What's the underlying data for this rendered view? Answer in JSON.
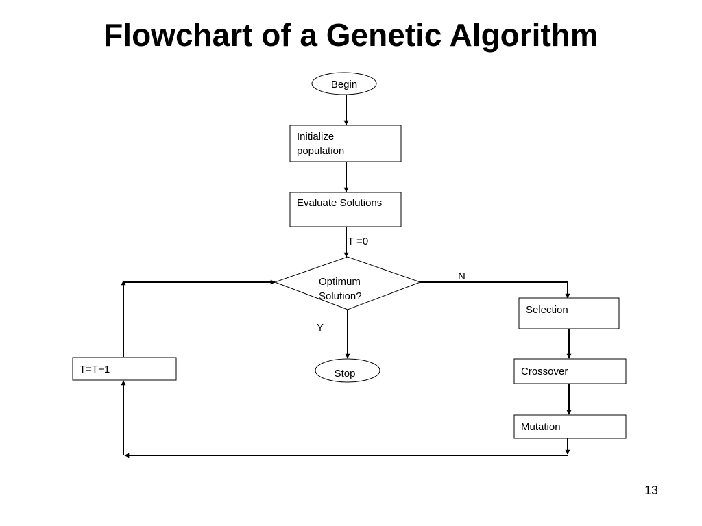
{
  "slide": {
    "title": "Flowchart of a Genetic Algorithm",
    "page_number": "13"
  },
  "nodes": {
    "begin": "Begin",
    "initialize": [
      "Initialize",
      "population"
    ],
    "evaluate": "Evaluate Solutions",
    "decision": [
      "Optimum",
      "Solution?"
    ],
    "stop": "Stop",
    "selection": "Selection",
    "crossover": "Crossover",
    "mutation": "Mutation",
    "increment": "T=T+1"
  },
  "edge_labels": {
    "init_t": "T =0",
    "no": "N",
    "yes": "Y"
  }
}
